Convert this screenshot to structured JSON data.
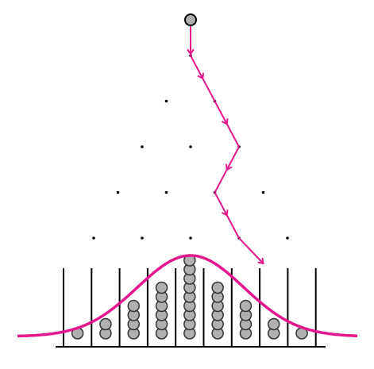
{
  "colors": {
    "background": "#ffffff",
    "peg": "#000000",
    "bin_wall": "#000000",
    "ball_fill": "#b0b0b0",
    "ball_stroke": "#333333",
    "path_and_curve": "#e3188c"
  },
  "board": {
    "peg_rows": 5,
    "bin_count": 9,
    "path_directions": [
      "right",
      "right",
      "left",
      "right",
      "right"
    ]
  },
  "bins": {
    "ball_counts": [
      1,
      2,
      4,
      6,
      9,
      6,
      4,
      2,
      1
    ]
  },
  "icons": {
    "ball": "circle",
    "arrowhead": "chevron-arrow"
  }
}
